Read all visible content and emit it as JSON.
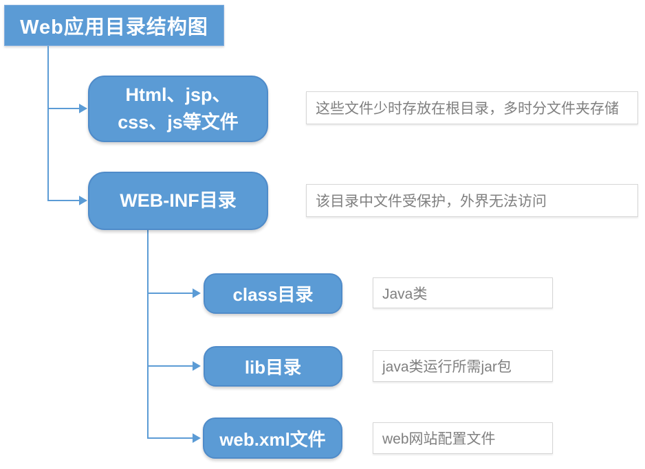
{
  "diagram": {
    "title": "Web应用目录结构图",
    "nodes": [
      {
        "id": "html-files",
        "label": "Html、jsp、\ncss、js等文件"
      },
      {
        "id": "web-inf",
        "label": "WEB-INF目录"
      },
      {
        "id": "class-dir",
        "label": "class目录"
      },
      {
        "id": "lib-dir",
        "label": "lib目录"
      },
      {
        "id": "web-xml",
        "label": "web.xml文件"
      }
    ],
    "annotations": [
      {
        "for": "html-files",
        "text": "这些文件少时存放在根目录，多时分文件夹存储"
      },
      {
        "for": "web-inf",
        "text": "该目录中文件受保护，外界无法访问"
      },
      {
        "for": "class-dir",
        "text": "Java类"
      },
      {
        "for": "lib-dir",
        "text": "java类运行所需jar包"
      },
      {
        "for": "web-xml",
        "text": "web网站配置文件"
      }
    ],
    "colors": {
      "node_fill": "#5b9bd5",
      "node_border": "#4f8bc9",
      "node_text": "#ffffff",
      "connector": "#5b9bd5",
      "annotation_border": "#d6d6d6",
      "annotation_text": "#7f7f7f",
      "background": "#ffffff"
    }
  }
}
